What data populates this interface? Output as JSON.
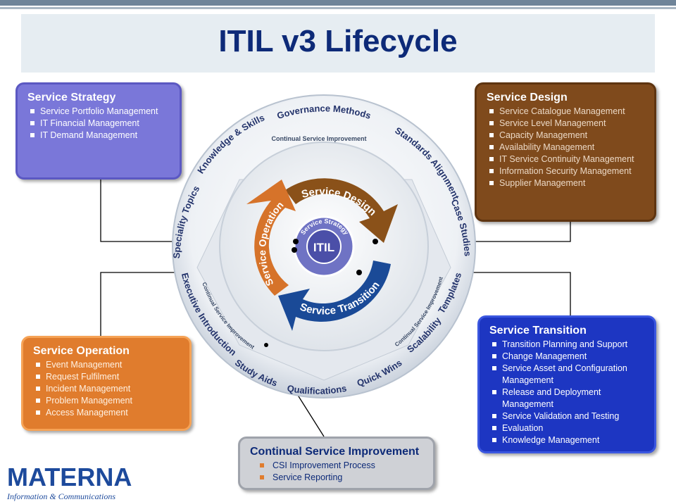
{
  "title": "ITIL v3 Lifecycle",
  "strategy": {
    "heading": "Service Strategy",
    "items": [
      "Service Portfolio Management",
      "IT Financial Management",
      "IT Demand Management"
    ]
  },
  "design": {
    "heading": "Service Design",
    "items": [
      "Service Catalogue Management",
      "Service Level Management",
      "Capacity Management",
      "Availability Management",
      "IT Service Continuity Management",
      "Information Security Management",
      "Supplier Management"
    ]
  },
  "operation": {
    "heading": "Service Operation",
    "items": [
      "Event Management",
      "Request Fulfilment",
      "Incident Management",
      "Problem Management",
      "Access Management"
    ]
  },
  "transition": {
    "heading": "Service Transition",
    "items": [
      "Transition Planning and Support",
      "Change Management",
      "Service Asset and Configuration Management",
      "Release and Deployment Management",
      "Service Validation and Testing",
      "Evaluation",
      "Knowledge Management"
    ]
  },
  "csi": {
    "heading": "Continual Service Improvement",
    "items": [
      "CSI Improvement Process",
      "Service Reporting"
    ]
  },
  "wheel": {
    "center": "ITIL",
    "inner_ring": "Service Strategy",
    "arrow_design": "Service Design",
    "arrow_transition": "Service Transition",
    "arrow_operation": "Service Operation",
    "csi_top": "Continual Service Improvement",
    "csi_left": "Continual Service Improvement",
    "csi_right": "Continual Service Improvement",
    "outer_governance": "Governance Methods",
    "outer_knowledge": "Knowledge & Skills",
    "outer_standards": "Standards Alignment",
    "outer_case": "Case Studies",
    "outer_templates": "Templates",
    "outer_scalability": "Scalability",
    "outer_quickwins": "Quick Wins",
    "outer_qualifications": "Qualifications",
    "outer_studyaids": "Study Aids",
    "outer_executive": "Executive Introduction",
    "outer_speciality": "Speciality Topics"
  },
  "logo": {
    "main": "MATERNA",
    "sub": "Information & Communications"
  },
  "colors": {
    "strategy": "#7a77d9",
    "design": "#7f4a1c",
    "operation": "#e07c2d",
    "transition": "#1d36c2",
    "csi": "#cfd1d6",
    "title": "#0d2a78"
  }
}
